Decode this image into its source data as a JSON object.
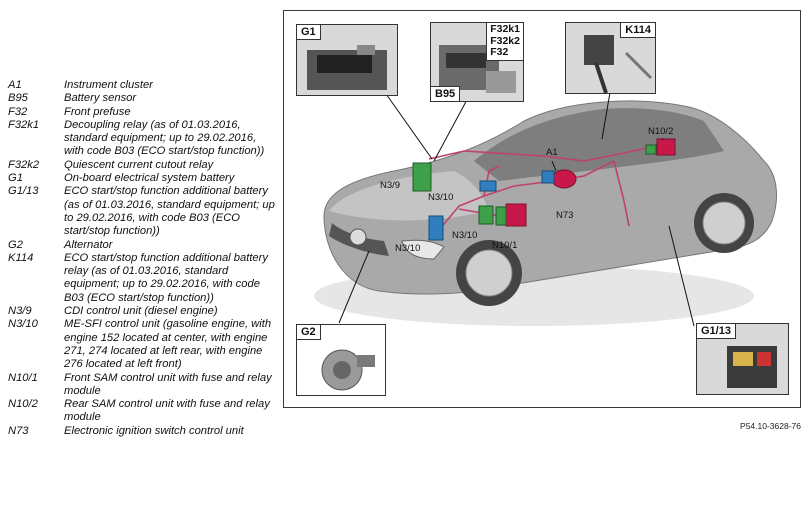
{
  "legend": [
    {
      "code": "A1",
      "desc": "Instrument cluster"
    },
    {
      "code": "B95",
      "desc": "Battery sensor"
    },
    {
      "code": "F32",
      "desc": "Front prefuse"
    },
    {
      "code": "F32k1",
      "desc": "Decoupling relay (as of 01.03.2016, standard equipment; up to 29.02.2016, with code B03 (ECO start/stop function))"
    },
    {
      "code": "F32k2",
      "desc": "Quiescent current cutout relay"
    },
    {
      "code": "G1",
      "desc": "On-board electrical system battery"
    },
    {
      "code": "G1/13",
      "desc": "ECO start/stop function additional battery (as of 01.03.2016, standard equipment; up to 29.02.2016, with code B03 (ECO start/stop function))"
    },
    {
      "code": "G2",
      "desc": "Alternator"
    },
    {
      "code": "K114",
      "desc": "ECO start/stop function additional battery relay (as of 01.03.2016, standard equipment; up to 29.02.2016, with code B03 (ECO start/stop function))"
    },
    {
      "code": "N3/9",
      "desc": "CDI control unit (diesel engine)"
    },
    {
      "code": "N3/10",
      "desc": "ME-SFI control unit (gasoline engine, with engine 152 located at center, with engine 271, 274 located at left rear, with engine 276 located at left front)"
    },
    {
      "code": "N10/1",
      "desc": "Front SAM control unit with fuse and relay module"
    },
    {
      "code": "N10/2",
      "desc": "Rear SAM control unit with fuse and relay module"
    },
    {
      "code": "N73",
      "desc": "Electronic ignition switch control unit"
    }
  ],
  "insets": {
    "g1": "G1",
    "f32": "F32k1\nF32k2\nF32",
    "b95": "B95",
    "k114": "K114",
    "g2": "G2",
    "g113": "G1/13"
  },
  "tags": {
    "a1": "A1",
    "n102": "N10/2",
    "n39": "N3/9",
    "n310a": "N3/10",
    "n310b": "N3/10",
    "n310c": "N3/10",
    "n73": "N73",
    "n101": "N10/1"
  },
  "caption": "P54.10-3628-76",
  "colors": {
    "wire": "#c0406e",
    "module_green": "#3fa04a",
    "module_blue": "#2f7fc0",
    "module_red": "#c8184a"
  }
}
